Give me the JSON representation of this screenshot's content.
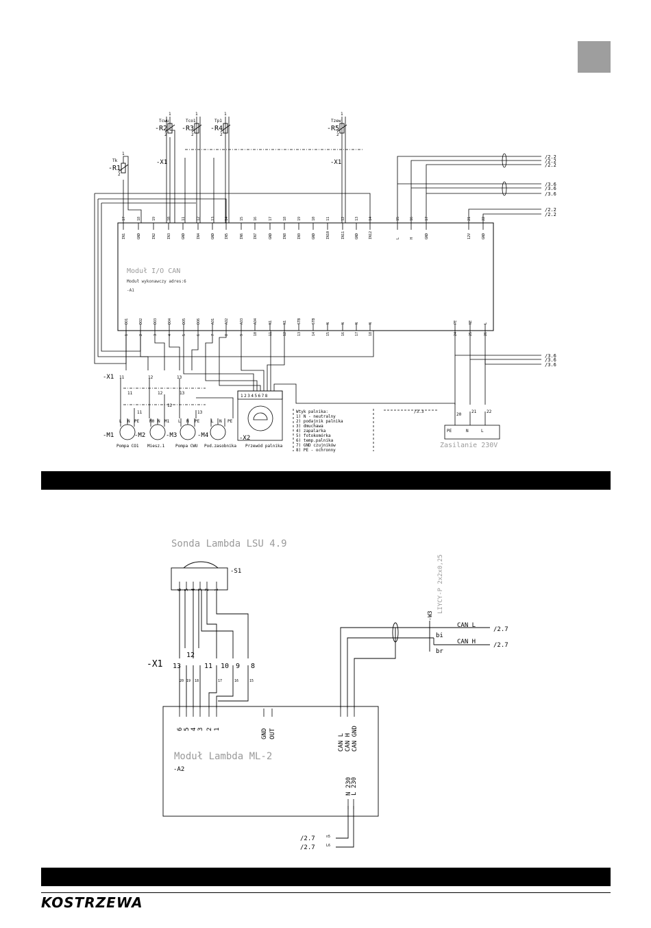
{
  "diagram1": {
    "module": {
      "title": "Moduł I/O CAN",
      "subtitle": "Moduł wykonawczy adres:6",
      "designator": "-A1"
    },
    "sensors": [
      {
        "ref": "-R1",
        "name": "Tk",
        "pin1": "1",
        "pin2": "2"
      },
      {
        "ref": "-R2",
        "name": "Tcwu",
        "pin1": "1",
        "pin2": "2"
      },
      {
        "ref": "-R3",
        "name": "Tco1",
        "pin1": "1",
        "pin2": "2"
      },
      {
        "ref": "-R4",
        "name": "Tp1",
        "pin1": "1",
        "pin2": "2"
      },
      {
        "ref": "-R5",
        "name": "Tzew",
        "pin1": "1",
        "pin2": "2"
      }
    ],
    "x1_top_label": "-X1",
    "x1_top_right_label": "-X1",
    "top_pins": [
      "IN1",
      "GND",
      "IN2",
      "IN3",
      "GND",
      "IN4",
      "GND",
      "IN5",
      "IN6",
      "IN7",
      "GND",
      "IN8",
      "IN9",
      "GND",
      "IN10",
      "IN11",
      "GND",
      "IN12",
      "L",
      "H",
      "GND",
      "12V",
      "GND"
    ],
    "top_pin_numbers": [
      "17",
      "18",
      "19",
      "10",
      "11",
      "12",
      "13",
      "14",
      "15",
      "16",
      "17",
      "18",
      "19",
      "10",
      "11",
      "12",
      "13",
      "14",
      "15",
      "16",
      "17",
      "21",
      "22"
    ],
    "bottom_pins": [
      "DO1",
      "DO2",
      "DO3",
      "DO4",
      "DO5",
      "DO6",
      "AO1",
      "AO2",
      "AO3",
      "AO4",
      "N1",
      "N1",
      "STB",
      "STB",
      "N",
      "N",
      "N",
      "N",
      "PE",
      "NE",
      "L"
    ],
    "bottom_pin_numbers": [
      "1",
      "2",
      "3",
      "4",
      "5",
      "6",
      "7",
      "8",
      "9",
      "10",
      "11",
      "12",
      "13",
      "14",
      "15",
      "16",
      "17",
      "18",
      "24",
      "25",
      "26"
    ],
    "refs_right": [
      "/2.2",
      "/2.2",
      "/2.2",
      "/3.6",
      "/3.6",
      "/3.6",
      "/2.2",
      "/2.2",
      "/3.6",
      "/3.6",
      "/3.6"
    ],
    "motors": [
      {
        "ref": "-M1",
        "label": "Pompa CO1"
      },
      {
        "ref": "-M2",
        "label": "Miesz.1"
      },
      {
        "ref": "-M3",
        "label": "Pompa CWU"
      },
      {
        "ref": "-M4",
        "label": "Pod.zasobnika"
      }
    ],
    "burner": {
      "ref": "-X2",
      "label": "Przewód palnika",
      "pins": "12345678"
    },
    "burner_legend": [
      "Wtyk palnika:",
      "1) N - neutralny",
      "2) podajnik palnika",
      "3) dmuchawa",
      "4) zapalarka",
      "5) fotokomórka",
      "6) temp.palnika",
      "7) GND czujników",
      "8) PE - ochronny"
    ],
    "x1_bottom_label": "-X1",
    "x1_terminals": [
      "11",
      "12",
      "13",
      "11",
      "12",
      "13",
      "11",
      "12",
      "13"
    ],
    "supply": {
      "label": "Zasilanie 230V",
      "terminals": [
        "20",
        "21",
        "22"
      ],
      "pins": [
        "PE",
        "N",
        "L"
      ],
      "ref": "/3.3"
    },
    "motor_pins": [
      "L",
      "N",
      "PE",
      "M0",
      "N",
      "M1",
      "L",
      "N",
      "PE",
      "L",
      "N",
      "PE"
    ]
  },
  "diagram2": {
    "probe_title": "Sonda Lambda LSU 4.9",
    "probe_ref": "-S1",
    "probe_pins": [
      "6",
      "5",
      "4",
      "3",
      "2",
      "1"
    ],
    "x1_label": "-X1",
    "x1_terminals": [
      "13",
      "12",
      "11",
      "10",
      "9",
      "8"
    ],
    "x1_small": [
      "20",
      "19",
      "18",
      "17",
      "16",
      "15"
    ],
    "module_title": "Moduł Lambda ML-2",
    "module_ref": "-A2",
    "module_left_pins": [
      "6",
      "5",
      "4",
      "3",
      "2",
      "1"
    ],
    "module_mid_pins": [
      "GND",
      "OUT"
    ],
    "module_can_pins": [
      "CAN L",
      "CAN H",
      "CAN GND"
    ],
    "module_power_pins": [
      "N 230",
      "L 230"
    ],
    "cable_ref": "-W3",
    "cable_type": "LIYCY-P 2x2x0,25",
    "cable_wires": [
      "bi",
      "br"
    ],
    "can_lines": [
      {
        "label": "CAN L",
        "ref": "/2.7"
      },
      {
        "label": "CAN H",
        "ref": "/2.7"
      }
    ],
    "power_refs": [
      {
        "ref": "/2.7",
        "wire": "n5"
      },
      {
        "ref": "/2.7",
        "wire": "L6"
      }
    ]
  },
  "footer": {
    "brand": "KOSTRZEWA"
  },
  "colors": {
    "bar": "#000000",
    "tab": "#9e9e9e",
    "faded_text": "#9a9a9a"
  }
}
